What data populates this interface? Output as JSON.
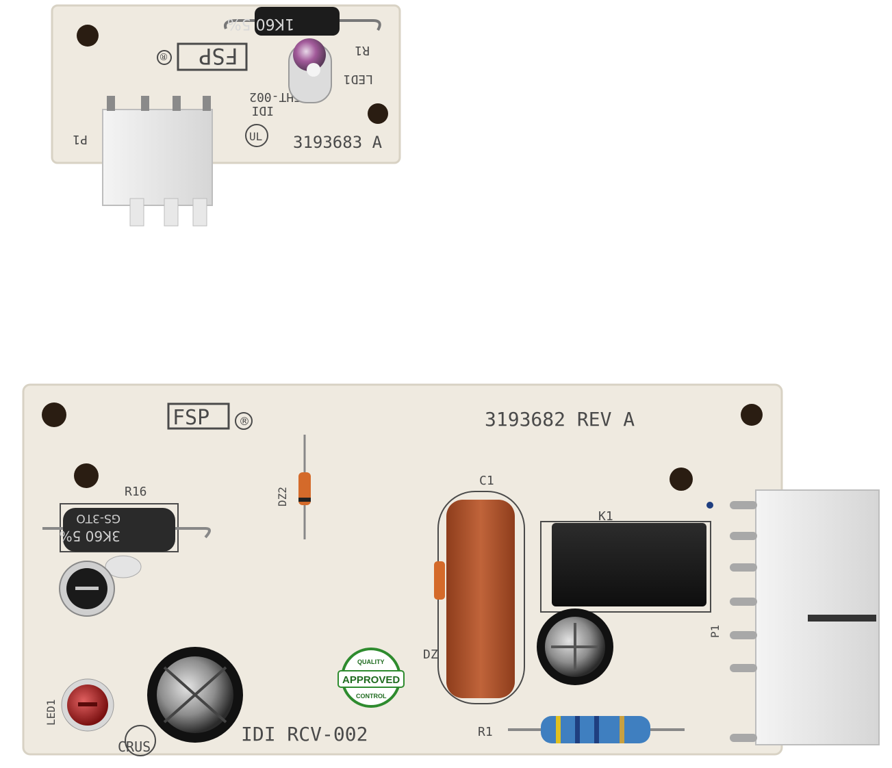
{
  "top_board": {
    "brand": "FSP",
    "registered_mark": "®",
    "part_number": "3193683 A",
    "model_line1": "EHT-002",
    "model_line2": "IDI",
    "resistor_label": "R1",
    "led_label": "LED1",
    "connector_label": "P1",
    "resistor_marking": "1K60 5%",
    "ul_mark": "UL"
  },
  "bottom_board": {
    "brand": "FSP",
    "registered_mark": "®",
    "part_number": "3193682 REV A",
    "model": "IDI RCV-002",
    "labels": {
      "r16": "R16",
      "dz2": "DZ2",
      "c1": "C1",
      "k1": "K1",
      "p1": "P1",
      "dz": "DZ",
      "r1": "R1",
      "led1": "LED1",
      "ul": "CRUS"
    },
    "resistor_marking_1": "GS-3TO",
    "resistor_marking_2": "3K60 5%"
  },
  "stamp": {
    "top": "QUALITY",
    "middle": "APPROVED",
    "bottom": "CONTROL"
  },
  "colors": {
    "pcb": "#efeae0",
    "pcb_edge": "#d8d2c4",
    "silkscreen": "#4a4a4a",
    "relay": "#1c1c1c",
    "capacitor_film": "#b3552c",
    "led_red": "#b31f1f",
    "stamp_green": "#2e8b2e"
  }
}
